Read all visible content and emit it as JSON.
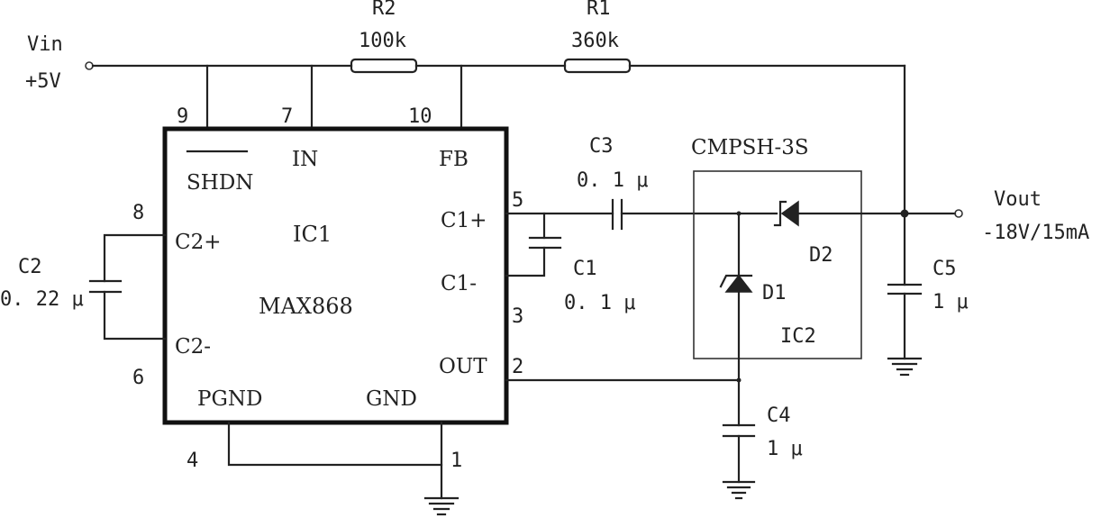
{
  "labels": {
    "vin": "Vin",
    "vin_value": "+5V",
    "r2_name": "R2",
    "r2_value": "100k",
    "r1_name": "R1",
    "r1_value": "360k",
    "pin9": "9",
    "pin7": "7",
    "pin10": "10",
    "shdn": "SHDN",
    "in": "IN",
    "fb": "FB",
    "pin8": "8",
    "c2p": "C2+",
    "ic1": "IC1",
    "c1p": "C1+",
    "pin5": "5",
    "c2_name": "C2",
    "c2_value": "0. 22 μ",
    "max868": "MAX868",
    "c1m": "C1-",
    "pin3": "3",
    "c2m": "C2-",
    "pin6": "6",
    "out": "OUT",
    "pin2": "2",
    "pgnd": "PGND",
    "gnd": "GND",
    "pin4": "4",
    "pin1": "1",
    "c3_name": "C3",
    "c3_value": "0. 1 μ",
    "c1_name": "C1",
    "c1_value": "0. 1 μ",
    "cmpsh": "CMPSH-3S",
    "d2": "D2",
    "d1": "D1",
    "ic2": "IC2",
    "c5_name": "C5",
    "c5_value": "1 μ",
    "c4_name": "C4",
    "c4_value": "1 μ",
    "vout": "Vout",
    "vout_value": "-18V/15mA"
  }
}
